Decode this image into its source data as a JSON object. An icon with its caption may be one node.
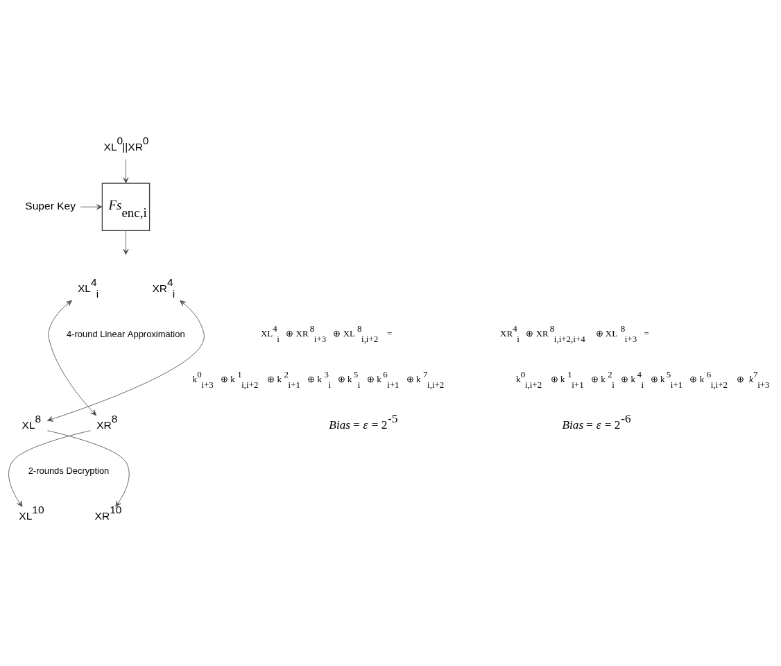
{
  "diagram": {
    "nodes": [
      {
        "text": [
          "XL$^{0}$||XR$^{0}$"
        ]
      },
      {
        "text": [
          "*Fs*$_{enc,i}$"
        ]
      },
      {
        "text": [
          "Super Key"
        ]
      },
      {
        "text": [
          "XL$^{4}$$_{i}$"
        ]
      },
      {
        "text": [
          "XR$^{4}$$_{i}$"
        ]
      },
      {
        "text": [
          "XL$^{8}$"
        ]
      },
      {
        "text": [
          "XR$^{8}$"
        ]
      },
      {
        "text": [
          "XL$^{10}$"
        ]
      },
      {
        "text": [
          "XR$^{10}$"
        ]
      }
    ],
    "edges": [
      {
        "from": 0,
        "to": 1,
        "arrow": "to"
      },
      {
        "from": 2,
        "to": 1,
        "arrow": "to"
      },
      {
        "from": 1,
        "to": null,
        "arrow": "to"
      },
      {
        "from": 3,
        "to": 6,
        "arrow": "both"
      },
      {
        "from": 4,
        "to": 5,
        "arrow": "both"
      },
      {
        "from": 5,
        "to": 8,
        "arrow": "to"
      },
      {
        "from": 6,
        "to": 7,
        "arrow": "to"
      }
    ],
    "labels": [
      "XL$^{4}$$_{i}$ ⊕ XR$^{8}$$_{i+3}$ ⊕ XL$^{8}$$_{i,i+2}$ =",
      "k$^{0}$$_{i+3}$ ⊕ k$^{1}$$_{i,i+2}$ ⊕ k$^{2}$$_{i+1}$ ⊕ k$^{3}$$_{i}$ ⊕ k$^{5}$$_{i}$ ⊕ k$^{6}$$_{i+1}$ ⊕ k$^{7}$$_{i,i+2}$",
      "*Bias* = *ε* = 2$^{-5}$",
      "4-round Linear Approximation",
      "XR$^{4}$$_{i}$ ⊕ XR$^{8}$$_{i,i+2,i+4}$ ⊕ XL$^{8}$$_{i+3}$ =",
      "k$^{0}$$_{i,i+2}$ ⊕ k$^{1}$$_{i+1}$ ⊕ k$^{2}$$_{i}$ ⊕ k$^{4}$$_{i}$ ⊕ k$^{5}$$_{i+1}$ ⊕ k$^{6}$$_{i,i+2}$ ⊕ *k*$^{7}$$_{i+3}$",
      "*Bias* = *ε* = 2$^{-6}$",
      "2-rounds Decryption"
    ]
  }
}
